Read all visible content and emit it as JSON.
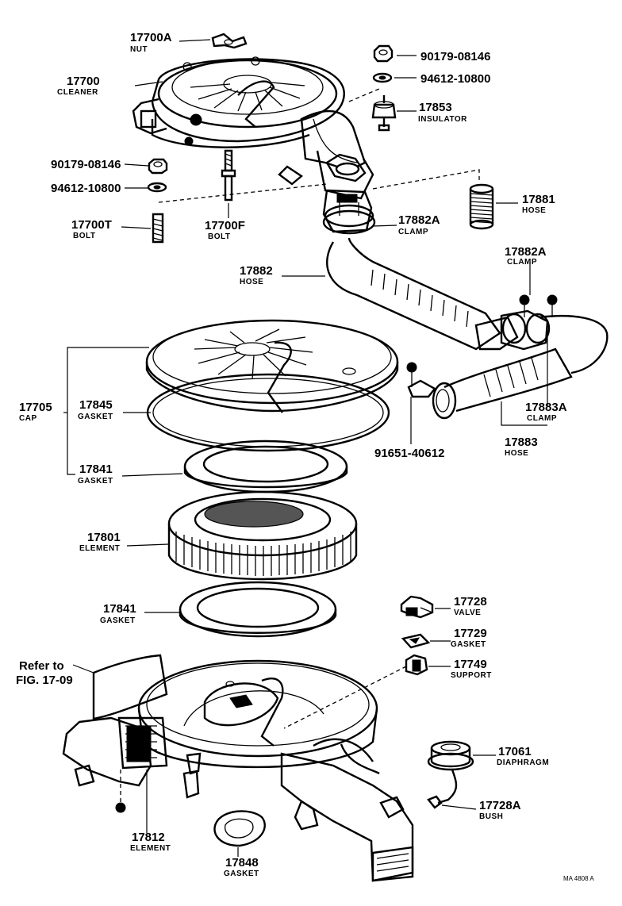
{
  "diagram": {
    "drawing_code": "MA 4808 A",
    "parts": [
      {
        "key": "p17700A",
        "number": "17700A",
        "name": "NUT"
      },
      {
        "key": "p17700",
        "number": "17700",
        "name": "CLEANER"
      },
      {
        "key": "p90179a",
        "number": "90179-08146",
        "name": ""
      },
      {
        "key": "p94612a",
        "number": "94612-10800",
        "name": ""
      },
      {
        "key": "p17853",
        "number": "17853",
        "name": "INSULATOR"
      },
      {
        "key": "p90179b",
        "number": "90179-08146",
        "name": ""
      },
      {
        "key": "p94612b",
        "number": "94612-10800",
        "name": ""
      },
      {
        "key": "p17700T",
        "number": "17700T",
        "name": "BOLT"
      },
      {
        "key": "p17700F",
        "number": "17700F",
        "name": "BOLT"
      },
      {
        "key": "p17881",
        "number": "17881",
        "name": "HOSE"
      },
      {
        "key": "p17882Aa",
        "number": "17882A",
        "name": "CLAMP"
      },
      {
        "key": "p17882",
        "number": "17882",
        "name": "HOSE"
      },
      {
        "key": "p17882Ab",
        "number": "17882A",
        "name": "CLAMP"
      },
      {
        "key": "p17705",
        "number": "17705",
        "name": "CAP"
      },
      {
        "key": "p17845",
        "number": "17845",
        "name": "GASKET"
      },
      {
        "key": "p17841a",
        "number": "17841",
        "name": "GASKET"
      },
      {
        "key": "p91651",
        "number": "91651-40612",
        "name": ""
      },
      {
        "key": "p17883A",
        "number": "17883A",
        "name": "CLAMP"
      },
      {
        "key": "p17883",
        "number": "17883",
        "name": "HOSE"
      },
      {
        "key": "p17801",
        "number": "17801",
        "name": "ELEMENT"
      },
      {
        "key": "p17841b",
        "number": "17841",
        "name": "GASKET"
      },
      {
        "key": "p17728",
        "number": "17728",
        "name": "VALVE"
      },
      {
        "key": "p17729",
        "number": "17729",
        "name": "GASKET"
      },
      {
        "key": "p17749",
        "number": "17749",
        "name": "SUPPORT"
      },
      {
        "key": "p17061",
        "number": "17061",
        "name": "DIAPHRAGM"
      },
      {
        "key": "p17728A",
        "number": "17728A",
        "name": "BUSH"
      },
      {
        "key": "p17812",
        "number": "17812",
        "name": "ELEMENT"
      },
      {
        "key": "p17848",
        "number": "17848",
        "name": "GASKET"
      }
    ],
    "reference_note": {
      "line1": "Refer to",
      "line2": "FIG. 17-09"
    }
  }
}
